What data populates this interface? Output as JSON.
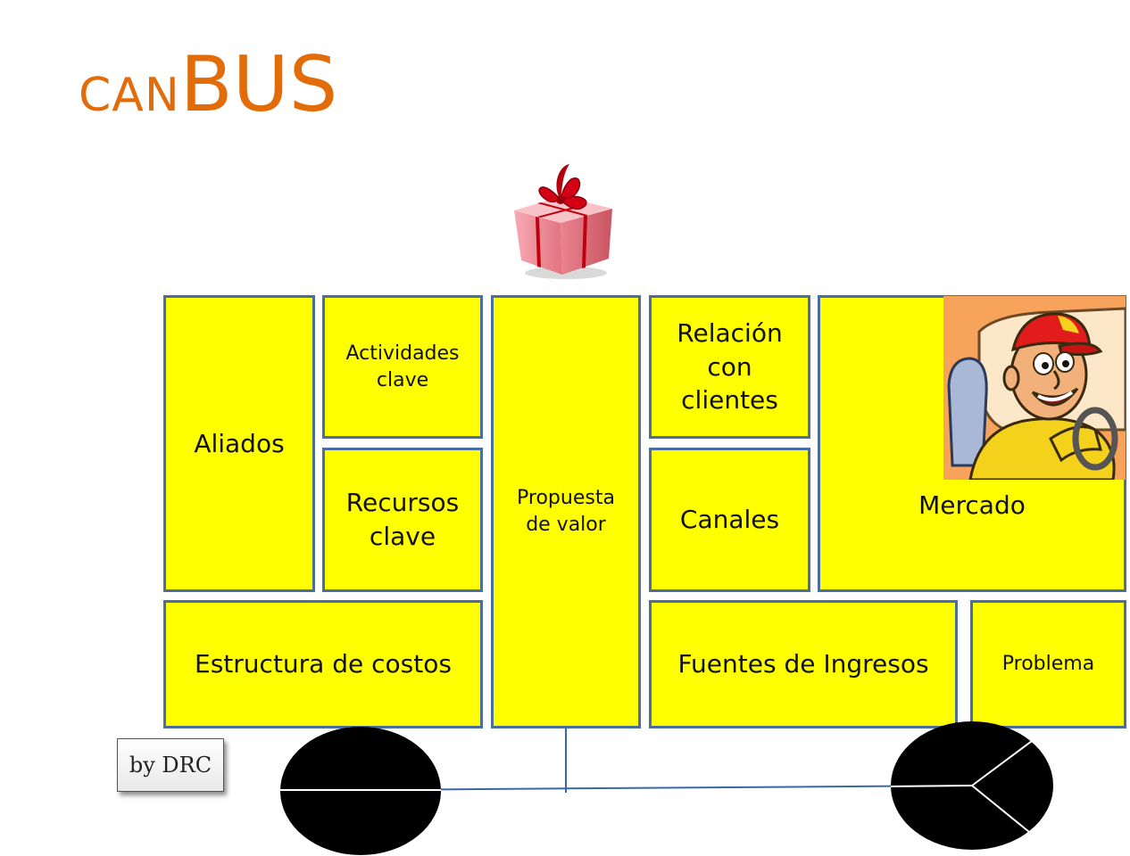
{
  "title": {
    "prefix": "CAN",
    "suffix": "BUS"
  },
  "blocks": {
    "aliados": "Aliados",
    "actividades_clave": "Actividades clave",
    "recursos_clave": "Recursos clave",
    "propuesta_de_valor": "Propuesta de valor",
    "relacion_con_clientes": "Relación con clientes",
    "canales": "Canales",
    "mercado": "Mercado",
    "estructura_de_costos": "Estructura de costos",
    "fuentes_de_ingresos": "Fuentes de Ingresos",
    "problema": "Problema"
  },
  "byline": "by DRC",
  "colors": {
    "title": "#e36c0a",
    "block_fill": "#ffff00",
    "block_border": "#4a6f9c",
    "wheel": "#000000"
  },
  "icons": [
    "gift-icon",
    "bus-driver-illustration",
    "wheel-icon"
  ]
}
